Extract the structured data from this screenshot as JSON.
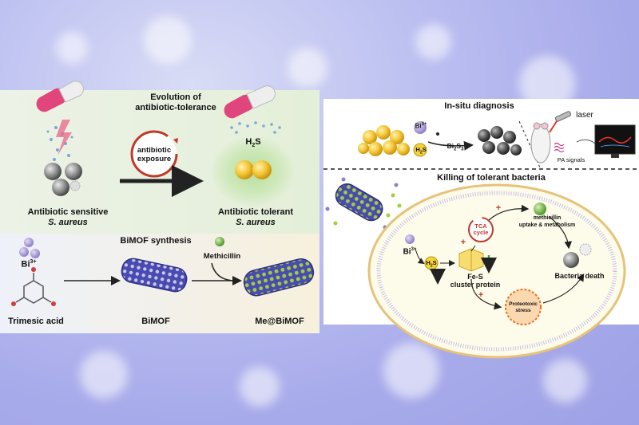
{
  "left_top": {
    "title_line1": "Evolution of",
    "title_line2": "antibiotic-tolerance",
    "loop_line1": "antibiotic",
    "loop_line2": "exposure",
    "h2s": "H",
    "h2s_sub": "2",
    "h2s_tail": "S",
    "sensitive_line1": "Antibiotic sensitive",
    "sensitive_line2": "S. aureus",
    "tolerant_line1": "Antibiotic tolerant",
    "tolerant_line2": "S. aureus"
  },
  "left_bottom": {
    "title": "BiMOF synthesis",
    "bi": "Bi",
    "bi_sup": "3+",
    "trimesic": "Trimesic acid",
    "methicillin": "Methicillin",
    "bimof": "BiMOF",
    "me_bimof": "Me@BiMOF"
  },
  "right_top": {
    "title": "In-situ diagnosis",
    "bi": "Bi",
    "bi_sup": "3+",
    "h2s": "H",
    "h2s_sub": "2",
    "h2s_tail": "S",
    "bi2s3": "Bi",
    "bi2s3_sub1": "2",
    "bi2s3_mid": "S",
    "bi2s3_sub2": "3",
    "pa": "PA signals",
    "laser": "laser"
  },
  "right_bottom": {
    "title": "Killing of tolerant bacteria",
    "bi": "Bi",
    "bi_sup": "3+",
    "h2s": "H",
    "h2s_sub": "2",
    "h2s_tail": "S",
    "tca_line1": "TCA",
    "tca_line2": "cycle",
    "fes_line1": "Fe-S",
    "fes_line2": "cluster protein",
    "meth_line1": "methicillin",
    "meth_line2": "uptake & metabolism",
    "death": "Bacteria death",
    "prot_line1": "Proteotoxic",
    "prot_line2": "stress",
    "plus": "+"
  },
  "colors": {
    "pill_pink": "#e0457b",
    "gold": "#f3c432",
    "bimof_blue": "#4a4bb0",
    "green": "#7ec242",
    "arrow_red": "#c0392b"
  }
}
